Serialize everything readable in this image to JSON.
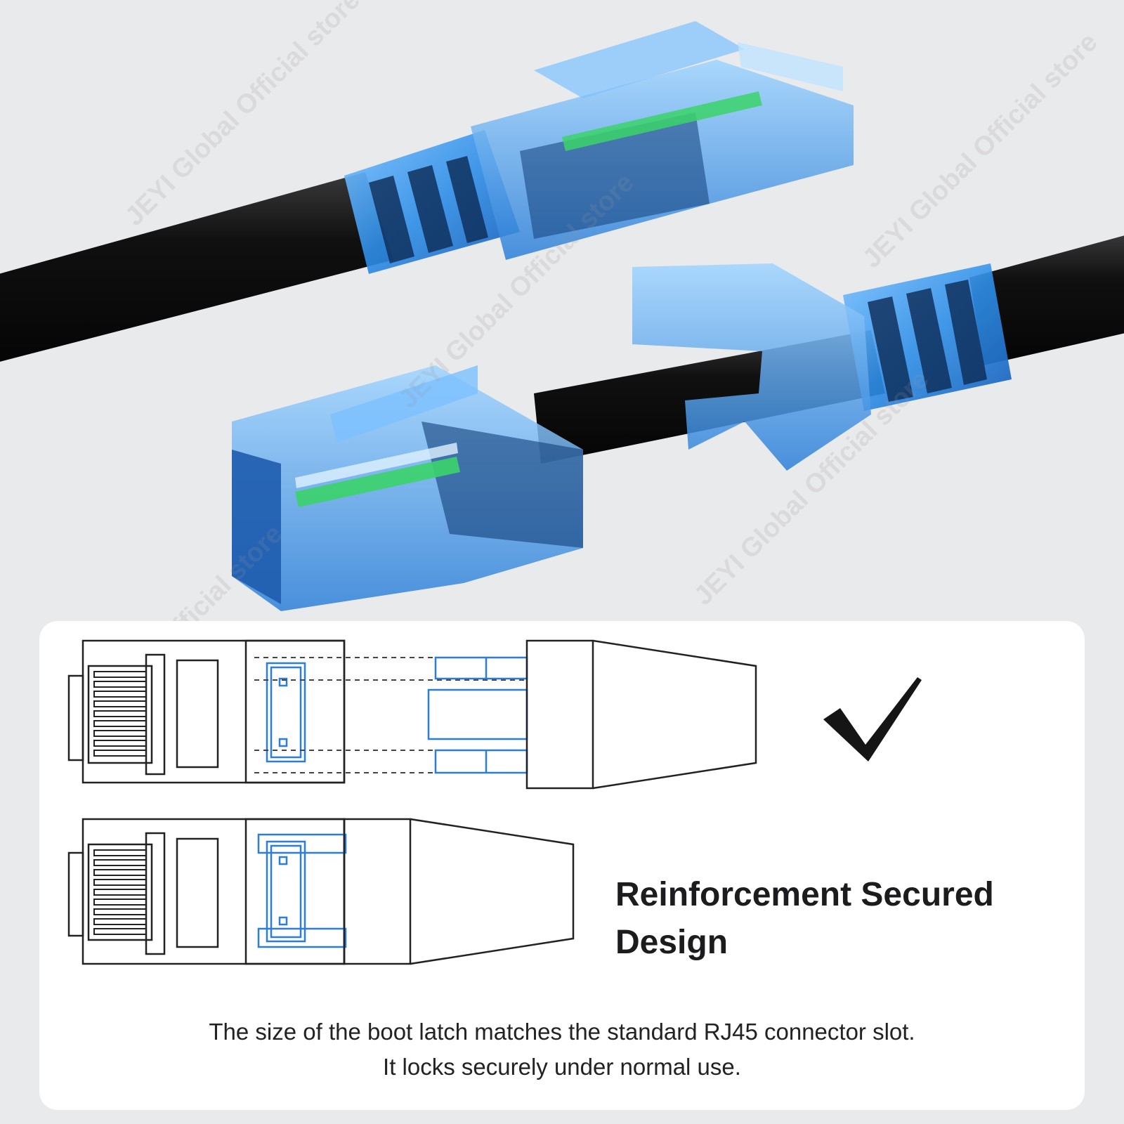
{
  "watermark": {
    "text": "JEYI Global Official store"
  },
  "feature": {
    "title_line1": "Reinforcement Secured",
    "title_line2": "Design",
    "caption_line1": "The size of the boot latch matches the standard RJ45 connector slot.",
    "caption_line2": "It locks securely under normal use."
  },
  "icons": {
    "confirm": "check-mark-icon"
  },
  "colors": {
    "background": "#e9eaec",
    "panel": "#ffffff",
    "connector_blue": "#2f8fe8",
    "cable_black": "#161616",
    "outline": "#222222",
    "highlight_blue": "#2a7de1",
    "check": "#151515"
  }
}
